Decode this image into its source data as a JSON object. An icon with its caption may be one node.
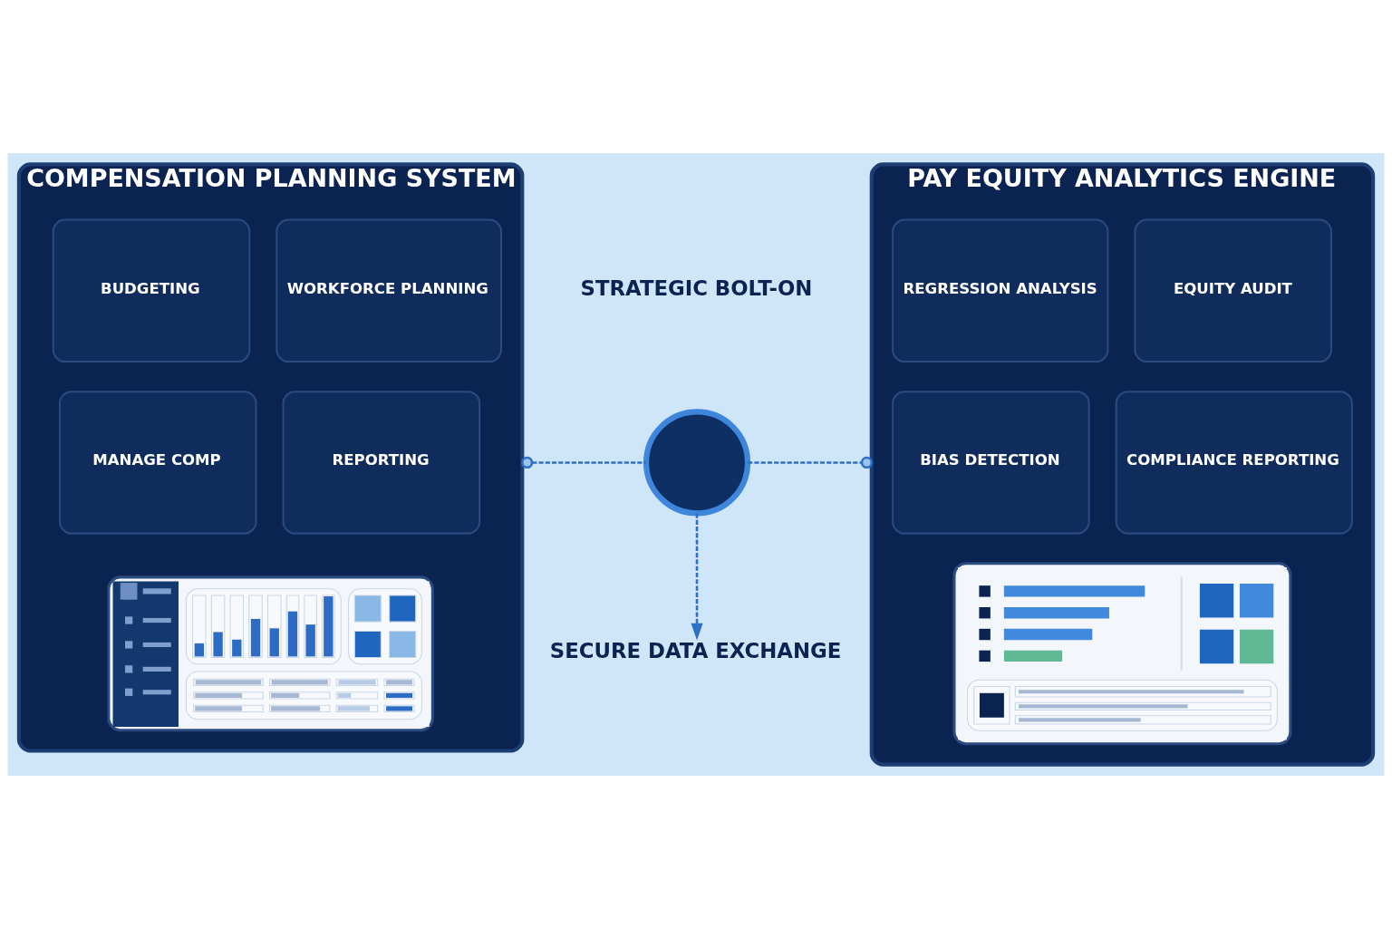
{
  "diagram": {
    "nodes": [
      {
        "text": [
          "COMPENSATION PLANNING SYSTEM"
        ]
      },
      {
        "text": [
          "BUDGETING"
        ],
        "in": 0
      },
      {
        "text": [
          "WORKFORCE PLANNING"
        ],
        "in": 0
      },
      {
        "text": [
          "MANAGE COMP"
        ],
        "in": 0
      },
      {
        "text": [
          "REPORTING"
        ],
        "in": 0
      },
      {
        "text": [],
        "shape": "picture",
        "in": 0
      },
      {
        "text": [
          "PAY EQUITY ANALYTICS ENGINE"
        ]
      },
      {
        "text": [
          "REGRESSION ANALYSIS"
        ],
        "in": 6
      },
      {
        "text": [
          "EQUITY AUDIT"
        ],
        "in": 6
      },
      {
        "text": [
          "BIAS DETECTION"
        ],
        "in": 6
      },
      {
        "text": [
          "COMPLIANCE REPORTING"
        ],
        "in": 6
      },
      {
        "text": [],
        "shape": "picture",
        "in": 6
      },
      {
        "text": [],
        "shape": "circle"
      },
      {
        "text": [
          "SECURE DATA EXCHANGE"
        ]
      }
    ],
    "edges": [
      {
        "from": 0,
        "to": 12,
        "arrow": "other",
        "style": "dashed"
      },
      {
        "from": 12,
        "to": 6,
        "arrow": "other",
        "style": "dashed"
      },
      {
        "from": 12,
        "to": 13,
        "arrow": "to",
        "style": "dashed"
      }
    ],
    "labels": [
      "STRATEGIC BOLT-ON"
    ]
  }
}
